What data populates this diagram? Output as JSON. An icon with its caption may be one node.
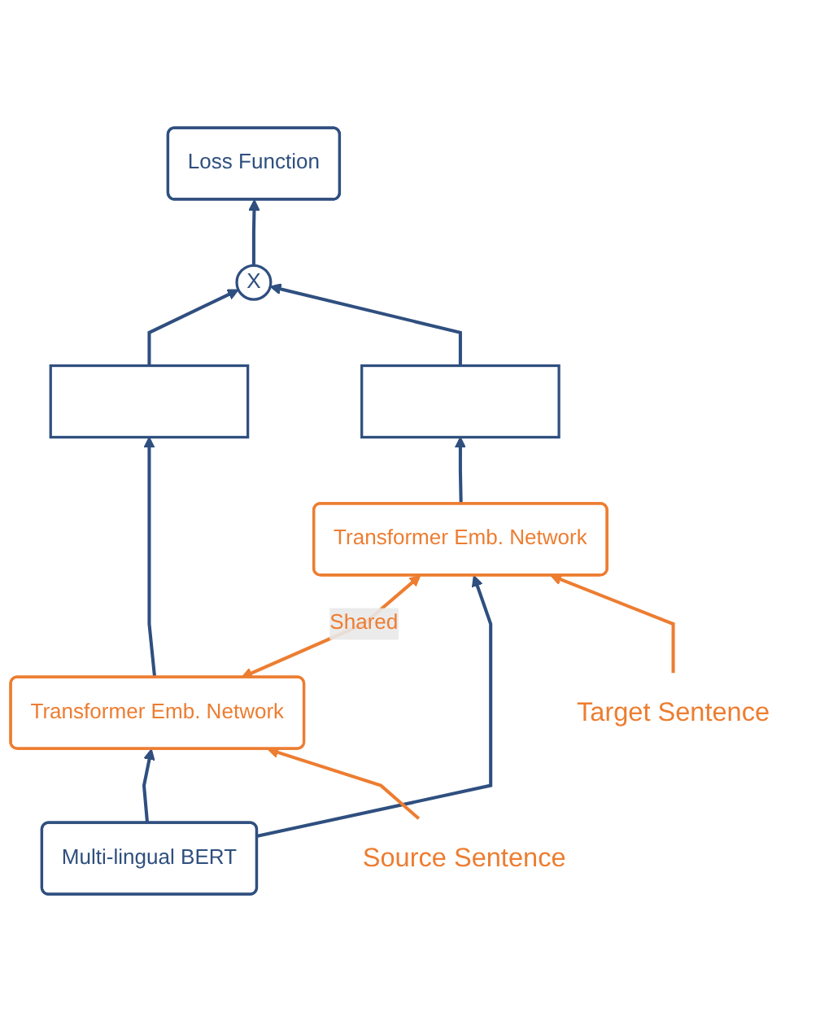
{
  "diagram": {
    "nodes": [
      {
        "text": [
          "Loss Function"
        ]
      },
      {
        "text": [
          "X"
        ]
      },
      {
        "text": [],
        "shape": "box"
      },
      {
        "text": [],
        "shape": "box"
      },
      {
        "text": [
          "Transformer Emb. Network"
        ]
      },
      {
        "text": [
          "Transformer Emb. Network"
        ]
      },
      {
        "text": [
          "Multi-lingual BERT"
        ]
      },
      {
        "text": [
          "Source Sentence"
        ]
      },
      {
        "text": [
          "Target Sentence"
        ]
      }
    ],
    "edges": [
      {
        "from": 1,
        "to": 0,
        "arrow": "to"
      },
      {
        "from": 2,
        "to": 1,
        "arrow": "to"
      },
      {
        "from": 3,
        "to": 1,
        "arrow": "to"
      },
      {
        "from": 4,
        "to": 2,
        "arrow": "to"
      },
      {
        "from": 5,
        "to": 3,
        "arrow": "to"
      },
      {
        "from": 4,
        "to": 5,
        "arrow": "both",
        "label": "Shared",
        "color": "#ed7d31"
      },
      {
        "from": 6,
        "to": 4,
        "arrow": "to"
      },
      {
        "from": 6,
        "to": 5,
        "arrow": "to"
      },
      {
        "from": 7,
        "to": 4,
        "arrow": "to",
        "color": "#ed7d31"
      },
      {
        "from": 8,
        "to": 5,
        "arrow": "to",
        "color": "#ed7d31"
      }
    ]
  }
}
